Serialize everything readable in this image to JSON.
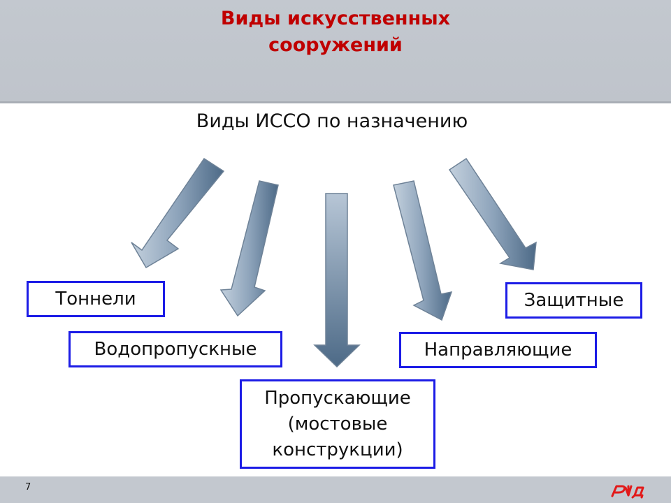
{
  "slide": {
    "title": "Виды искусственных\nсооружений",
    "subtitle": "Виды ИССО по назначению",
    "page_number": "7"
  },
  "boxes": {
    "tunnels": "Тоннели",
    "culverts": "Водопропускные",
    "passing": "Пропускающие\n(мостовые\nконструкции)",
    "guiding": "Направляющие",
    "protective": "Защитные"
  },
  "logo": {
    "name": "rzd-logo",
    "text": "РЖД",
    "color": "#e21a1a"
  },
  "colors": {
    "title": "#c00000",
    "box_border": "#1c1ce6",
    "arrow_light": "#b7c6d6",
    "arrow_dark": "#4d6a87"
  }
}
